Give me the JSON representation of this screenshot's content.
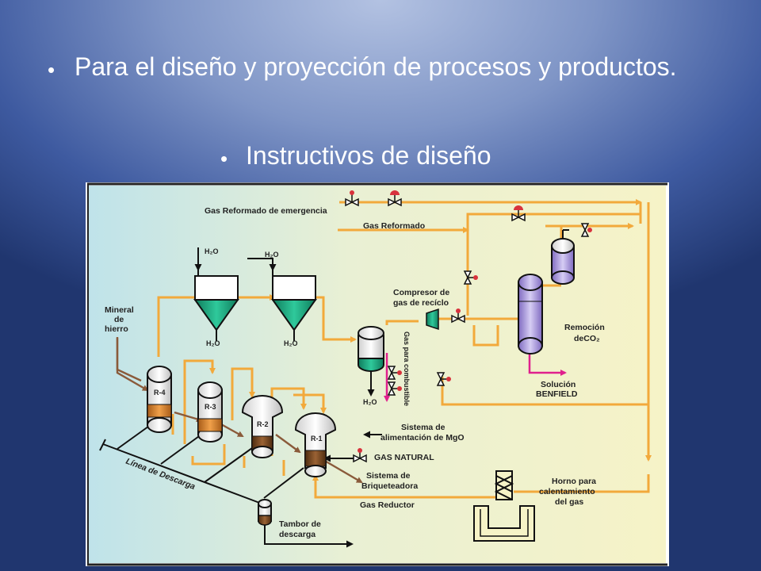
{
  "slide": {
    "bullets": [
      "Para el diseño y proyección de procesos y productos.",
      "Instructivos de diseño"
    ],
    "bullet_char": "•"
  },
  "diagram": {
    "labels": {
      "gas_emergencia": "Gas Reformado de emergencia",
      "gas_reformado": "Gas Reformado",
      "h2o_a": "H₂O",
      "h2o_b": "H₂O",
      "h2o_c": "H₂O",
      "h2o_d": "H₂O",
      "h2o_e": "H₂O",
      "mineral_1": "Mineral",
      "mineral_2": "de",
      "mineral_3": "hierro",
      "compresor_1": "Compresor de",
      "compresor_2": "gas de recíclo",
      "gas_combustible": "Gas para combustible",
      "remocion_1": "Remoción",
      "remocion_2": "deCO₂",
      "solucion_1": "Solución",
      "solucion_2": "BENFIELD",
      "r4": "R-4",
      "r3": "R-3",
      "r2": "R-2",
      "r1": "R-1",
      "sistema_mgo_1": "Sistema de",
      "sistema_mgo_2": "alimentación de MgO",
      "gas_natural": "GAS NATURAL",
      "briqueteadora_1": "Sistema de",
      "briqueteadora_2": "Briqueteadora",
      "linea_descarga": "Línea de Descarga",
      "gas_reductor": "Gas Reductor",
      "horno_1": "Horno para",
      "horno_2": "calentamiento",
      "horno_3": "del gas",
      "tambor_1": "Tambor de",
      "tambor_2": "descarga"
    },
    "colors": {
      "background": "#f6f3c7",
      "background_left": "#bfe3ea",
      "gas_line": "#f2a93b",
      "solid_line": "#8a5a3a",
      "teal": "#1aa57f",
      "purple": "#b9a7e6",
      "magenta": "#e0208d",
      "bed": "#d7812a",
      "bed_dark": "#7b4a22",
      "valve": "#d8323c"
    }
  }
}
